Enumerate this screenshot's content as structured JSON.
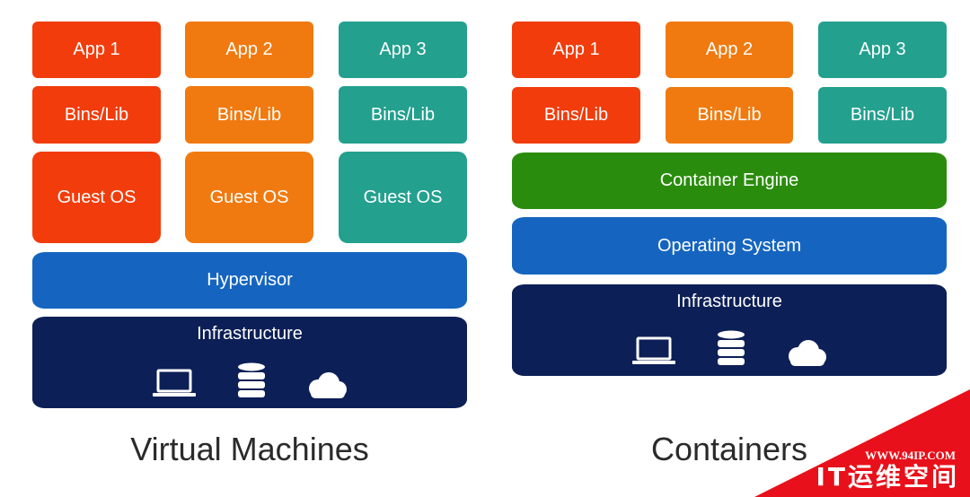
{
  "vm": {
    "apps": [
      "App 1",
      "App 2",
      "App 3"
    ],
    "bins": [
      "Bins/Lib",
      "Bins/Lib",
      "Bins/Lib"
    ],
    "guest_os": [
      "Guest OS",
      "Guest OS",
      "Guest OS"
    ],
    "hypervisor": "Hypervisor",
    "infrastructure": "Infrastructure",
    "caption": "Virtual Machines"
  },
  "containers": {
    "apps": [
      "App 1",
      "App 2",
      "App 3"
    ],
    "bins": [
      "Bins/Lib",
      "Bins/Lib",
      "Bins/Lib"
    ],
    "engine": "Container Engine",
    "os": "Operating System",
    "infrastructure": "Infrastructure",
    "caption": "Containers"
  },
  "icons": [
    "laptop-icon",
    "database-icon",
    "cloud-icon"
  ],
  "colors": {
    "app1": "#f23c0b",
    "app2": "#f07a10",
    "app3": "#23a08e",
    "engine": "#2a8c0c",
    "os": "#1565c0",
    "infrastructure": "#0c1f56",
    "watermark": "#e8101a"
  },
  "watermark": {
    "url": "WWW.94IP.COM",
    "name": "IT运维空间"
  }
}
